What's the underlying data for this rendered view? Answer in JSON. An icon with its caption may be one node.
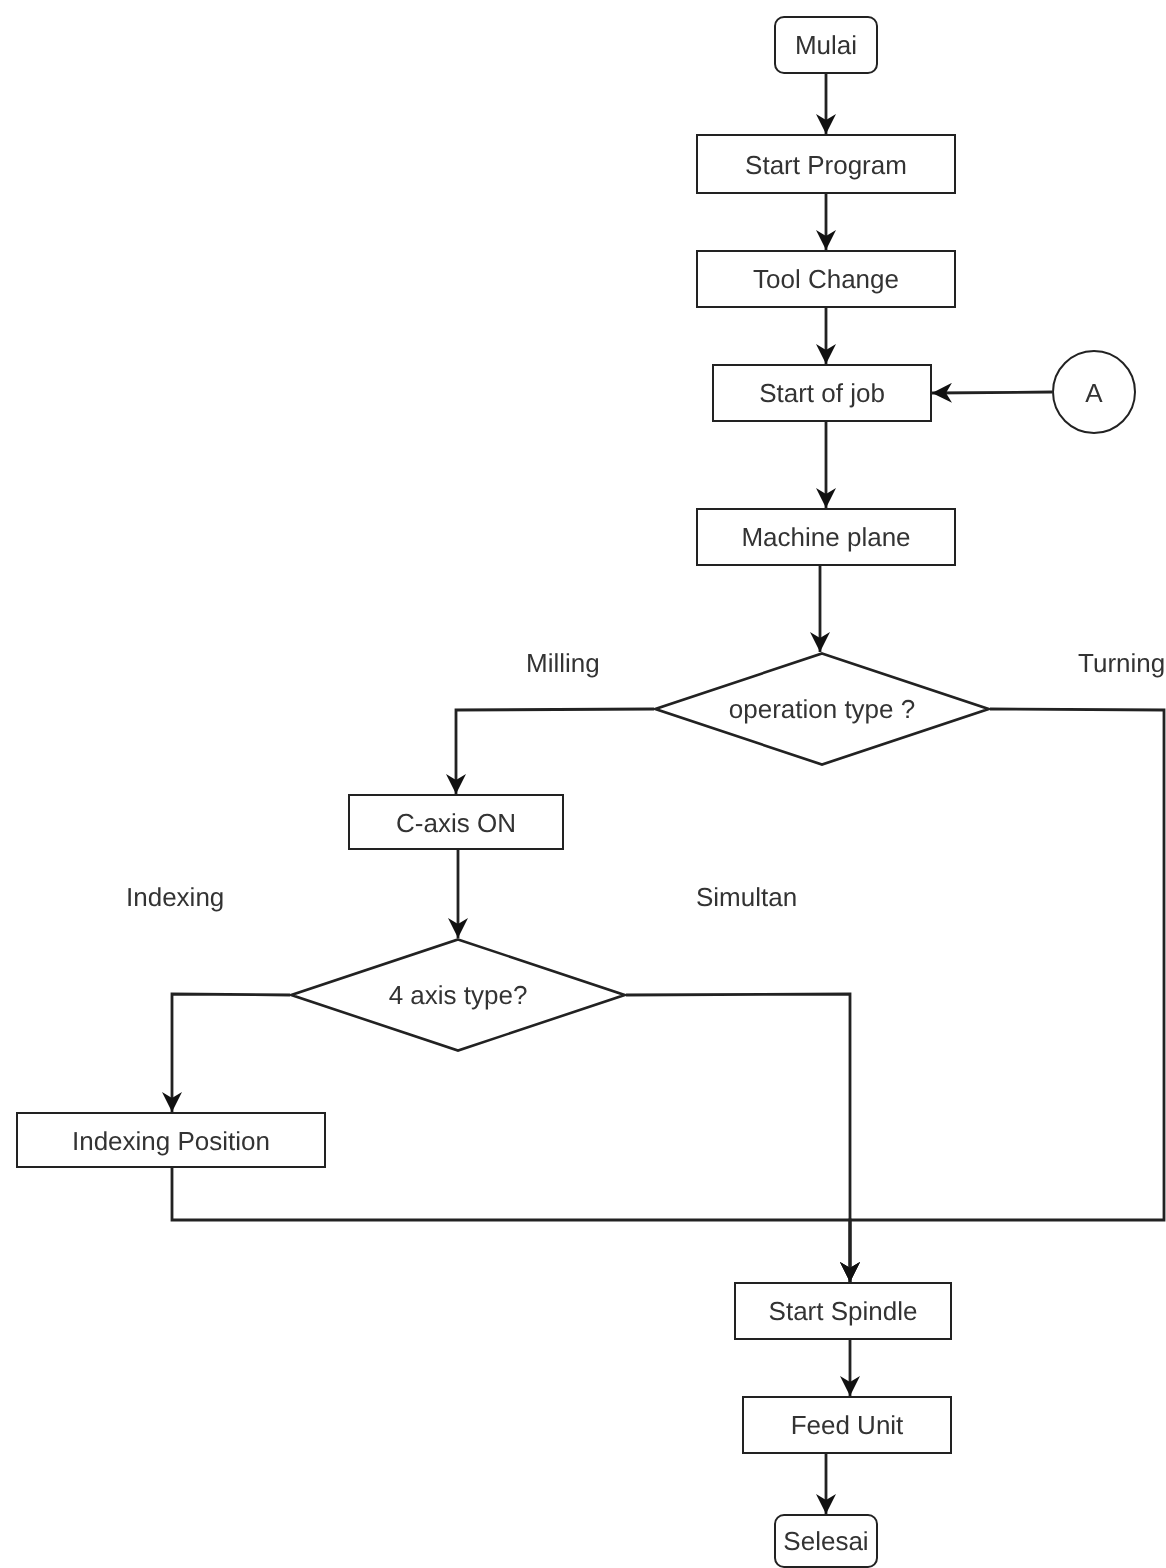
{
  "diagram": {
    "nodes": [
      {
        "text": [
          "Mulai"
        ]
      },
      {
        "text": [
          "Start Program"
        ]
      },
      {
        "text": [
          "Tool Change"
        ]
      },
      {
        "text": [
          "Start of job"
        ]
      },
      {
        "text": [
          "A"
        ]
      },
      {
        "text": [
          "Machine plane"
        ]
      },
      {
        "text": [
          "operation type ?"
        ]
      },
      {
        "text": [
          "C-axis ON"
        ]
      },
      {
        "text": [
          "4 axis type?"
        ]
      },
      {
        "text": [
          "Indexing Position"
        ]
      },
      {
        "text": [
          "Start Spindle"
        ]
      },
      {
        "text": [
          "Feed Unit"
        ]
      },
      {
        "text": [
          "Selesai"
        ]
      }
    ],
    "edges": [
      {
        "from": 0,
        "to": 1,
        "arrow": "to"
      },
      {
        "from": 1,
        "to": 2,
        "arrow": "to"
      },
      {
        "from": 2,
        "to": 3,
        "arrow": "to"
      },
      {
        "from": 4,
        "to": 3,
        "arrow": "to"
      },
      {
        "from": 3,
        "to": 5,
        "arrow": "to"
      },
      {
        "from": 5,
        "to": 6,
        "arrow": "to"
      },
      {
        "from": 6,
        "to": 7,
        "arrow": "to",
        "label": "Milling"
      },
      {
        "from": 6,
        "to": 10,
        "arrow": "to",
        "label": "Turning"
      },
      {
        "from": 7,
        "to": 8,
        "arrow": "to"
      },
      {
        "from": 8,
        "to": 9,
        "arrow": "to",
        "label": "Indexing"
      },
      {
        "from": 8,
        "to": 10,
        "arrow": "to",
        "label": "Simultan"
      },
      {
        "from": 9,
        "to": 10,
        "arrow": "to"
      },
      {
        "from": 10,
        "to": 11,
        "arrow": "to"
      },
      {
        "from": 11,
        "to": 12,
        "arrow": "to"
      }
    ]
  }
}
